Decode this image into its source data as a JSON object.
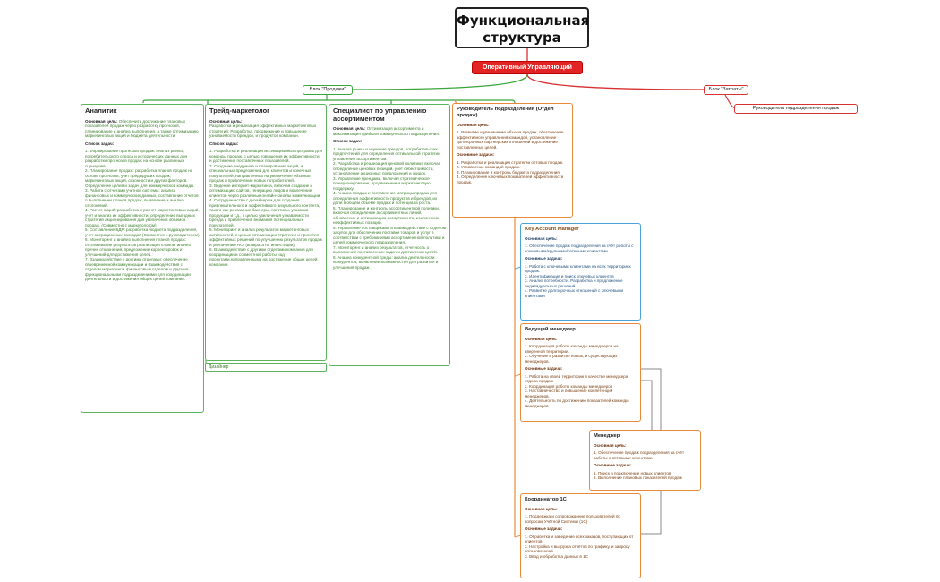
{
  "title": "Функциональная структура",
  "root": "Оперативный Управляющий",
  "blocks": {
    "sales": "Блок \"Продажи\"",
    "costs": "Блок \"Затраты\""
  },
  "costs_head": "Руководитель подразделения продаж",
  "analyst": {
    "title": "Аналитик",
    "goal_label": "Основная цель:",
    "goal": "Обеспечить достижение плановых показателей продаж через разработку прогнозов, планирование и анализ выполнения, а также оптимизацию маркетинговых акций и бюджета деятельности.",
    "tasks_label": "Список задач:",
    "tasks": "1. Формирование прогнозов продаж: анализ рынка, потребительского спроса и исторических данных для разработки прогнозов продаж на основе различных сценариев.\n2. Планирование продаж: разработка планов продаж на основе прогнозов, учет предыдущих продаж, маркетинговых акций, сезонности и других факторов. Определение целей и задач для коммерческой команды.\n3. Работа с отчетами учетной системы: анализ финансовых и коммерческих данных, составление отчетов о выполнении планов продаж, выявление и анализ отклонений.\n4. Расчет акций: разработка и расчет маркетинговых акций, учет и анализ их эффективности, определение выгодных стратегий акционирования для увеличения объемов продаж. (Совместно с маркетологом)\n5. Составление БДР: разработка бюджета подразделения, учет операционных расходов (Совместно с руководителем)\n6. Мониторинг и анализ выполнения планов продаж: отслеживание результатов реализации планов, анализ причин отклонений, предложение корректировок и улучшений для достижения целей.\n7. Взаимодействие с другими отделами: обеспечение своевременной коммуникации и взаимодействия с отделом маркетинга, финансовым отделом и другими функциональными подразделениями для координации деятельности и достижения общих целей компании."
  },
  "marketer": {
    "title": "Трейд-маркетолог",
    "goal_label": "Основная цель:",
    "goal": "Разработка и реализация эффективных маркетинговых стратегий. Разработка, продвижение и повышение узнаваемости брендов, и продуктов компании.",
    "tasks_label": "Список задач:",
    "tasks": "1. Разработка и реализация мотивационных программ для команды продаж, с целью повышения их эффективности и достижения поставленных показателей.\n2. Создание,внедрение и планирование акций, и специальных предложений для клиентов и конечных покупателей, направленных на увеличение объемов продаж и привлечение новых потребителей.\n3. Ведение интернет-маркетинга, включая создание и оптимизацию сайтов, генерацию лидов и вовлечение клиентов через различные онлайн-каналы коммуникации.\n4. Сотрудничество с дизайнером для создания привлекательного и эффективного визуального контента, такого как рекламные баннеры, логотипы, упаковка продукции и т.д., с целью увеличения узнаваемости бренда и привлечения внимания потенциальных покупателей.\n5. Мониторинг и анализ результатов маркетинговых активностей, с целью оптимизации стратегии и принятия эффективных решений по улучшению результатов продаж и увеличению ROI (возврата на инвестиции).\n6. Взаимодействие с другими отделами компании для координации и совместной работы над проектами,направленными на достижение общих целей компании.",
    "designer": "Дизайнер"
  },
  "assortment": {
    "title": "Специалист по управлению ассортиментом",
    "goal_label": "Основная цель:",
    "goal": "Оптимизация ассортимента и максимизация прибыли коммерческого подразделения.",
    "tasks_label": "Список задач:",
    "tasks": "1. Анализ рынка и изучение трендов, потребительских предпочтений для определения оптимальной стратегии управления ассортиментом.\n2. Разработка и реализация ценовой политики, включая определение ценовых позиций, учет себестоимости, установление акционных предложений и скидок.\n3. Управление брендами, включая стратегическое позиционирование, продвижение и маркетинговую поддержку.\n4. Анализ продаж и составление матрицы продаж для определения эффективности продуктов и брендов, их доли в общем объеме продаж и потенциала роста.\n5. Планирование и контроль ассортиментной политики, включая определение ассортиментных линий, обновление и оптимизацию ассортимента, исключение неэффективных позиций.\n6. Управление поставщиками и взаимодействие с отделом закупок для обеспечения поставки товаров и услуг в соответствии с требованиями ассортиментной политики и целей коммерческого подразделения.\n7. Мониторинг и анализ результатов, отчетность о выполнении поставленных задач и достижении целей.\n8. Анализ конкурентной среды: анализ деятельности конкурентов, выявление возможностей для развития и улучшения продаж."
  },
  "head": {
    "title": "Руководитель подразделения (Отдел продаж)",
    "goal_label": "Основная цель:",
    "goal": "1. Развитие и увеличение объема продаж, обеспечение эффективного управления командой, установление долгосрочных партнерских отношений и достижение поставленных целей.",
    "tasks_label": "Основные задачи:",
    "tasks": "1. Разработка и реализация стратегии оптовых продаж.\n2. Управление командой продаж.\n3. Планирование и контроль бюджета подразделения.\n4. Определение ключевых показателей эффективности продаж."
  },
  "kam": {
    "title": "Key Account Manager",
    "goal_label": "Основная цель:",
    "goal": "1. Обеспечение продаж подразделения за счёт работы с ключевыми/крупными/сетевыми клиентами",
    "tasks_label": "Основные задачи:",
    "tasks": "1. Работа с ключевыми клиентами на всех территориях продаж.\n2. Идентификация и поиск ключевых клиентов\n3. Анализ потребности. Разработка и предложение индивидуальных решений\n4. Развитие долгосрочных отношений с ключевыми клиентами"
  },
  "lead": {
    "title": "Ведущий менеджер",
    "goal_label": "Основная цель:",
    "goal": "1. Координация работы команды менеджеров на вверенной территории.\n2. Обучение и развитие новых, и существующих менеджеров.",
    "tasks_label": "Основные задачи:",
    "tasks": "1. Работа на своей территории в качестве менеджера отдела продаж\n2. Координация работы команды менеджеров\n3. Наставничество и повышение компетенций менеджеров.\n4. Деятельность по достижению показателей команды менеджеров"
  },
  "manager": {
    "title": "Менеджер",
    "goal_label": "Основная цель:",
    "goal": "1. Обеспечение продаж подразделения за счёт работы с оптовыми клиентами",
    "tasks_label": "Основные задачи:",
    "tasks": "1. Поиск и подключение новых клиентов\n2. Выполнение плановых показателей продаж"
  },
  "c1": {
    "title": "Координатор 1С",
    "goal_label": "Основная цель:",
    "goal": "1. Поддержка и сопровождение пользователей по вопросам Учётной Системы (1С)",
    "tasks_label": "Основные задачи:",
    "tasks": "1. Обработка и заведение всех заказов, поступающих от клиентов.\n2. Настройка и выгрузка отчётов по графику, и запросу пользователей\n3. Ввод и обработка данных в 1С"
  },
  "colors": {
    "root": "#e22424",
    "green": "#5bb35b",
    "red": "#d93030",
    "orange": "#e88a3c",
    "blue": "#4aa3d8",
    "gray": "#8a8a8a"
  }
}
